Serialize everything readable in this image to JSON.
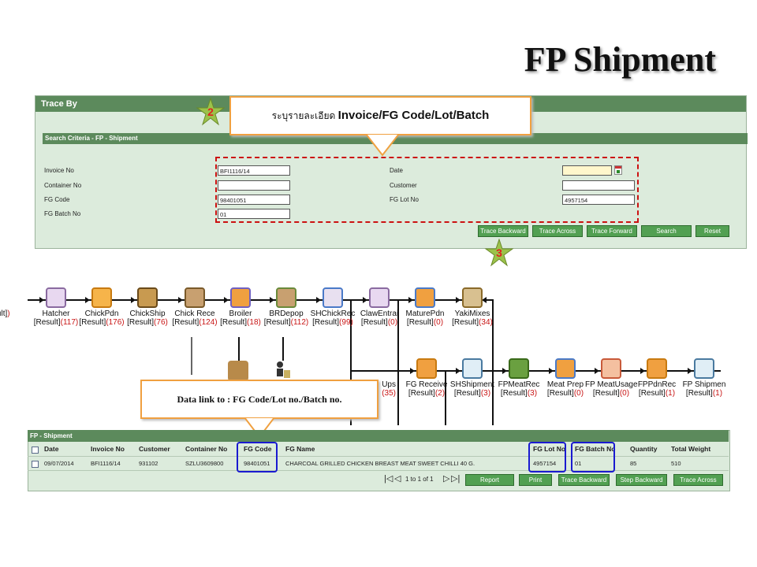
{
  "slide": {
    "title": "FP Shipment"
  },
  "trace_panel": {
    "title": "Trace By",
    "criteria_title": "Search Criteria - FP - Shipment"
  },
  "form": {
    "invoice_label": "Invoice No",
    "invoice_value": "BFI1116/14",
    "container_label": "Container No",
    "container_value": "",
    "fgcode_label": "FG Code",
    "fgcode_value": "98401051",
    "batch_label": "FG Batch No",
    "batch_value": "01",
    "date_label": "Date",
    "date_value": "",
    "customer_label": "Customer",
    "customer_value": "",
    "lot_label": "FG Lot No",
    "lot_value": "4957154"
  },
  "buttons": {
    "trace_backward": "Trace Backward",
    "trace_across": "Trace Across",
    "trace_forward": "Trace Forward",
    "search": "Search",
    "reset": "Reset"
  },
  "callouts": {
    "step2": "2",
    "step3": "3",
    "criteria_prefix": "ระบุรายละเอียด ",
    "criteria_main": "Invoice/FG Code/Lot/Batch",
    "link_text": "Data link to : FG Code/Lot no./Batch no."
  },
  "flow_top": [
    {
      "name": "",
      "result": "[Result]",
      "count": ")"
    },
    {
      "name": "Hatcher",
      "result": "[Result]",
      "count": "(117)"
    },
    {
      "name": "ChickPdn",
      "result": "[Result]",
      "count": "(176)"
    },
    {
      "name": "ChickShip",
      "result": "[Result]",
      "count": "(76)"
    },
    {
      "name": "Chick Rece",
      "result": "[Result]",
      "count": "(124)"
    },
    {
      "name": "Broiler",
      "result": "[Result]",
      "count": "(18)"
    },
    {
      "name": "BRDepop",
      "result": "[Result]",
      "count": "(112)"
    },
    {
      "name": "SHChickRec",
      "result": "[Result]",
      "count": "(99)"
    },
    {
      "name": "ClawEntrai",
      "result": "[Result]",
      "count": "(0)"
    },
    {
      "name": "MaturePdn",
      "result": "[Result]",
      "count": "(0)"
    },
    {
      "name": "YakiMixes",
      "result": "[Result]",
      "count": "(34)"
    }
  ],
  "flow_bottom": [
    {
      "name": "Ups",
      "result": "",
      "count": "(35)"
    },
    {
      "name": "FG Receive",
      "result": "[Result]",
      "count": "(2)"
    },
    {
      "name": "SHShipment",
      "result": "[Result]",
      "count": "(3)"
    },
    {
      "name": "FPMeatRec",
      "result": "[Result]",
      "count": "(3)"
    },
    {
      "name": "Meat Prep",
      "result": "[Result]",
      "count": "(0)"
    },
    {
      "name": "FP MeatUsage",
      "result": "[Result]",
      "count": "(0)"
    },
    {
      "name": "FPPdnRec",
      "result": "[Result]",
      "count": "(1)"
    },
    {
      "name": "FP Shipmen",
      "result": "[Result]",
      "count": "(1)"
    }
  ],
  "grid": {
    "title": "FP - Shipment",
    "columns": [
      "Date",
      "Invoice No",
      "Customer",
      "Container No",
      "FG Code",
      "FG Name",
      "FG Lot No",
      "FG Batch No",
      "Quantity",
      "Total Weight"
    ],
    "rows": [
      [
        "09/07/2014",
        "BFI1116/14",
        "931102",
        "SZLU3609800",
        "98401051",
        "CHARCOAL GRILLED CHICKEN BREAST MEAT SWEET CHILLI 40 G.",
        "4957154",
        "01",
        "85",
        "510"
      ]
    ]
  },
  "pager": {
    "first": "|◁",
    "prev": "◁",
    "text_to": "1 to 1 of 1",
    "next": "▷",
    "last": "▷|"
  },
  "grid_buttons": {
    "report": "Report",
    "print": "Print",
    "trace_backward": "Trace Backward",
    "step_backward": "Step Backward",
    "trace_across": "Trace Across"
  },
  "colors": {
    "header_green": "#5c8a5c",
    "panel_bg": "#dcebdc",
    "button_green": "#52a052",
    "result_red": "#c81414",
    "callout_border": "#f0a040",
    "dash_red": "#cc1111",
    "highlight_blue": "#1a1ad0"
  }
}
